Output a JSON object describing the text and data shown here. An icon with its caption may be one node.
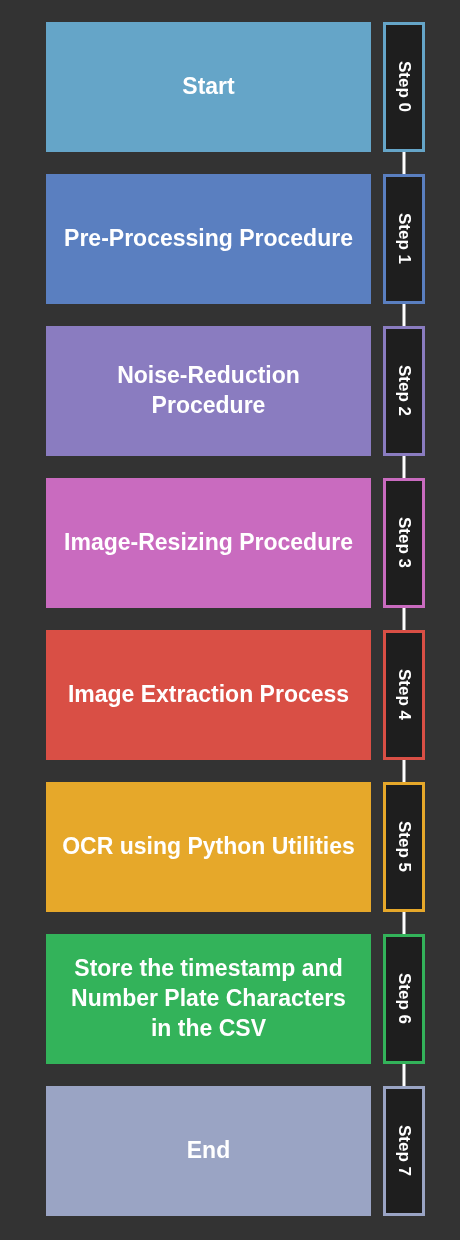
{
  "diagram": {
    "nodes": [
      {
        "text": [
          "Start"
        ]
      },
      {
        "text": [
          "Step 0"
        ]
      },
      {
        "text": [
          "Pre-Processing Procedure"
        ]
      },
      {
        "text": [
          "Step 1"
        ]
      },
      {
        "text": [
          "Noise-Reduction Procedure"
        ]
      },
      {
        "text": [
          "Step 2"
        ]
      },
      {
        "text": [
          "Image-Resizing Procedure"
        ]
      },
      {
        "text": [
          "Step 3"
        ]
      },
      {
        "text": [
          "Image Extraction Process"
        ]
      },
      {
        "text": [
          "Step 4"
        ]
      },
      {
        "text": [
          "OCR using Python Utilities"
        ]
      },
      {
        "text": [
          "Step 5"
        ]
      },
      {
        "text": [
          "Store the timestamp and Number Plate Characters in the CSV"
        ]
      },
      {
        "text": [
          "Step 6"
        ]
      },
      {
        "text": [
          "End"
        ]
      },
      {
        "text": [
          "Step 7"
        ]
      }
    ],
    "edges": [
      {
        "from": 1,
        "to": 3,
        "arrow": "none"
      },
      {
        "from": 3,
        "to": 5,
        "arrow": "none"
      },
      {
        "from": 5,
        "to": 7,
        "arrow": "none"
      },
      {
        "from": 7,
        "to": 9,
        "arrow": "none"
      },
      {
        "from": 9,
        "to": 11,
        "arrow": "none"
      },
      {
        "from": 11,
        "to": 13,
        "arrow": "none"
      },
      {
        "from": 13,
        "to": 15,
        "arrow": "none"
      }
    ]
  }
}
